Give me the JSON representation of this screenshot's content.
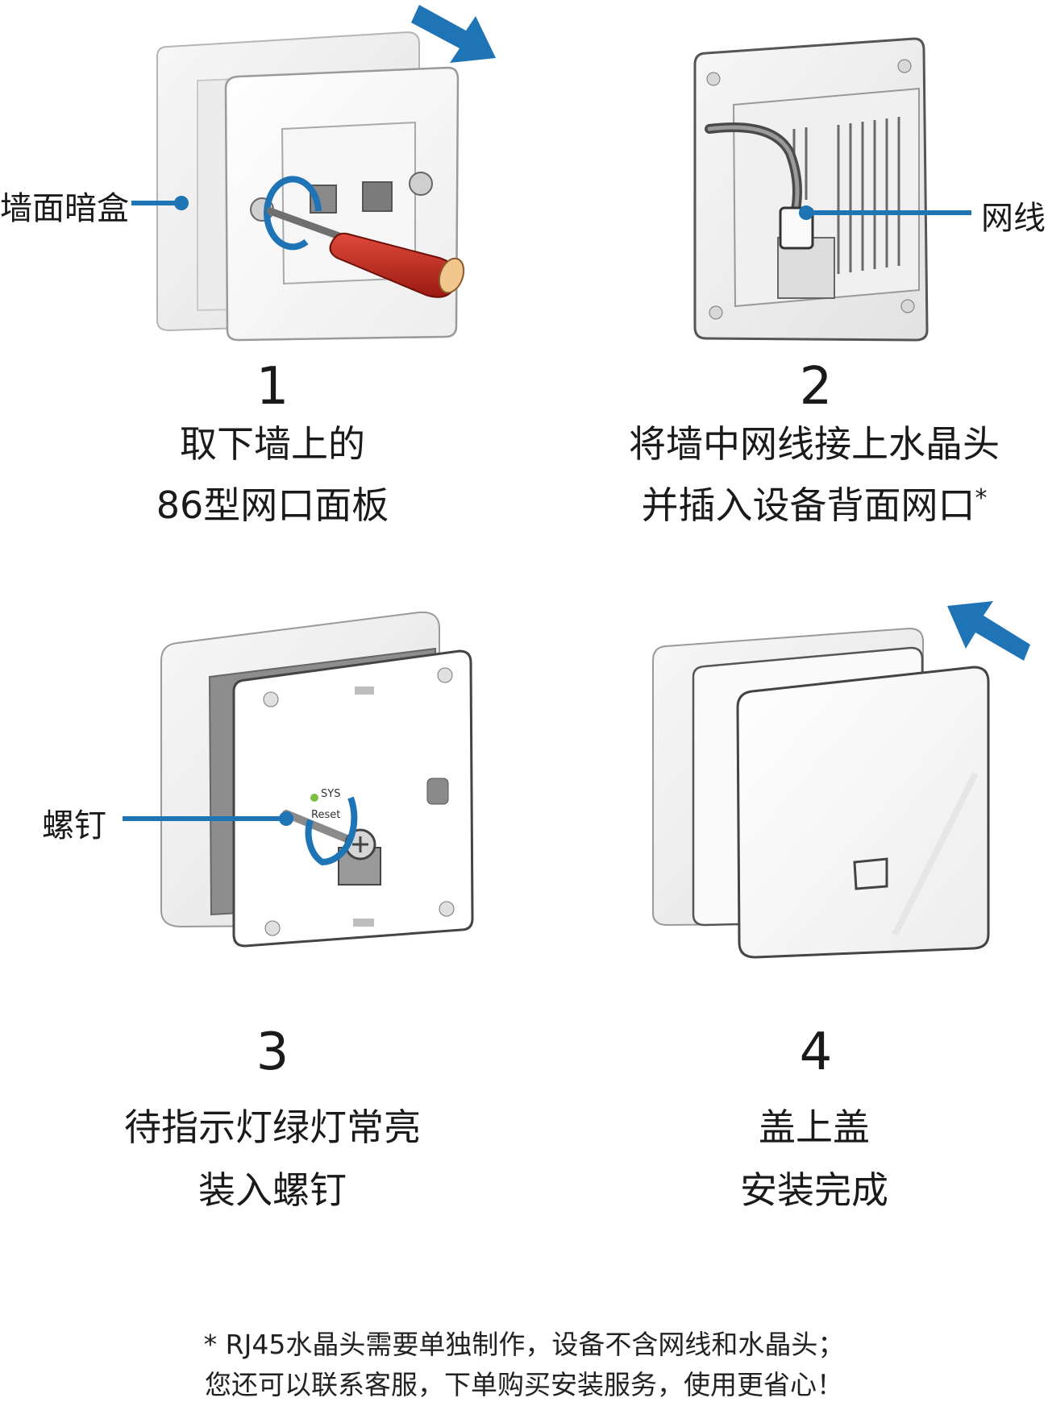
{
  "steps": [
    {
      "number": "1",
      "line1": "取下墙上的",
      "line2": "86型网口面板",
      "line2_mark": ""
    },
    {
      "number": "2",
      "line1": "将墙中网线接上水晶头",
      "line2": "并插入设备背面网口",
      "line2_mark": "*"
    },
    {
      "number": "3",
      "line1": "待指示灯绿灯常亮",
      "line2": "装入螺钉",
      "line2_mark": ""
    },
    {
      "number": "4",
      "line1": "盖上盖",
      "line2": "安装完成",
      "line2_mark": ""
    }
  ],
  "callouts": {
    "wall_box": "墙面暗盒",
    "network_cable": "网线",
    "screw": "螺钉"
  },
  "device_labels": {
    "sys": "SYS",
    "reset": "Reset"
  },
  "footnote": {
    "line1": "* RJ45水晶头需要单独制作，设备不含网线和水晶头；",
    "line2": "您还可以联系客服，下单购买安装服务，使用更省心！"
  },
  "colors": {
    "accent_blue": "#1f74b6",
    "screwdriver_red": "#c3271d",
    "outline": "#4a4a4a"
  }
}
